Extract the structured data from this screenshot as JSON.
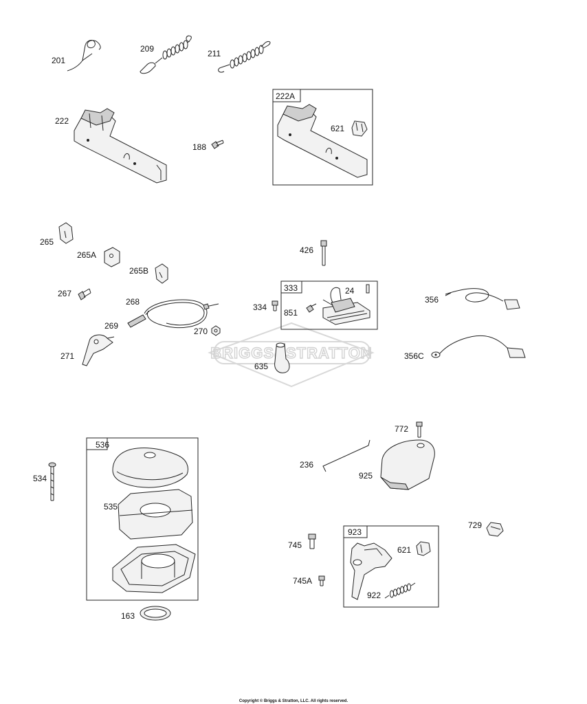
{
  "labels": {
    "p201": "201",
    "p209": "209",
    "p211": "211",
    "p222": "222",
    "p188": "188",
    "p222a": "222A",
    "p621a": "621",
    "p265": "265",
    "p265a": "265A",
    "p265b": "265B",
    "p267": "267",
    "p268": "268",
    "p269": "269",
    "p270": "270",
    "p271": "271",
    "p426": "426",
    "p333": "333",
    "p24": "24",
    "p334": "334",
    "p851": "851",
    "p635": "635",
    "p356": "356",
    "p356c": "356C",
    "p536": "536",
    "p534": "534",
    "p535": "535",
    "p163": "163",
    "p772": "772",
    "p236": "236",
    "p925": "925",
    "p729": "729",
    "p923": "923",
    "p745": "745",
    "p745a": "745A",
    "p621b": "621",
    "p922": "922"
  },
  "watermark": "BRIGGS&STRATTON",
  "copyright": "Copyright © Briggs & Stratton, LLC. All rights reserved."
}
